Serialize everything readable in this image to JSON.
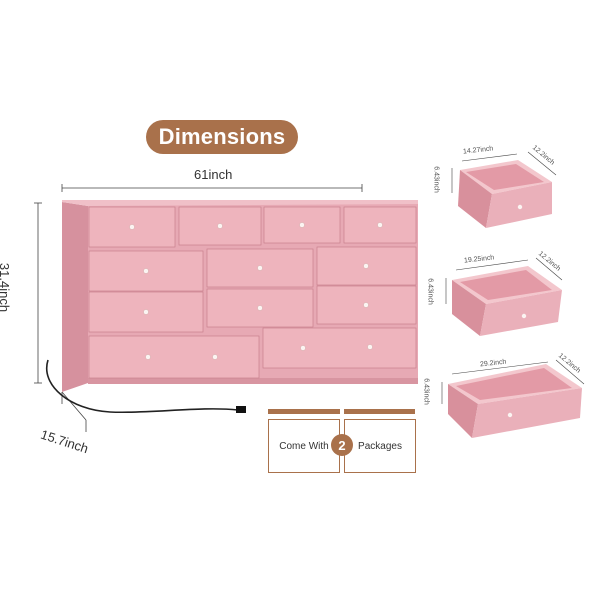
{
  "header": {
    "title": "Dimensions"
  },
  "dresser": {
    "width_label": "61inch",
    "height_label": "31.4inch",
    "depth_label": "15.7inch"
  },
  "drawers": [
    {
      "width_label": "14.27inch",
      "depth_label": "12.2inch",
      "height_label": "6.43inch"
    },
    {
      "width_label": "19.25inch",
      "depth_label": "12.2inch",
      "height_label": "6.43inch"
    },
    {
      "width_label": "29.2inch",
      "depth_label": "12.2inch",
      "height_label": "6.43inch"
    }
  ],
  "packages": {
    "left_text": "Come With",
    "count": "2",
    "right_text": "Packages"
  },
  "colors": {
    "accent": "#a9714b",
    "dresser_pink": "#e7a9b4",
    "drawer_pink": "#eab0ba"
  }
}
